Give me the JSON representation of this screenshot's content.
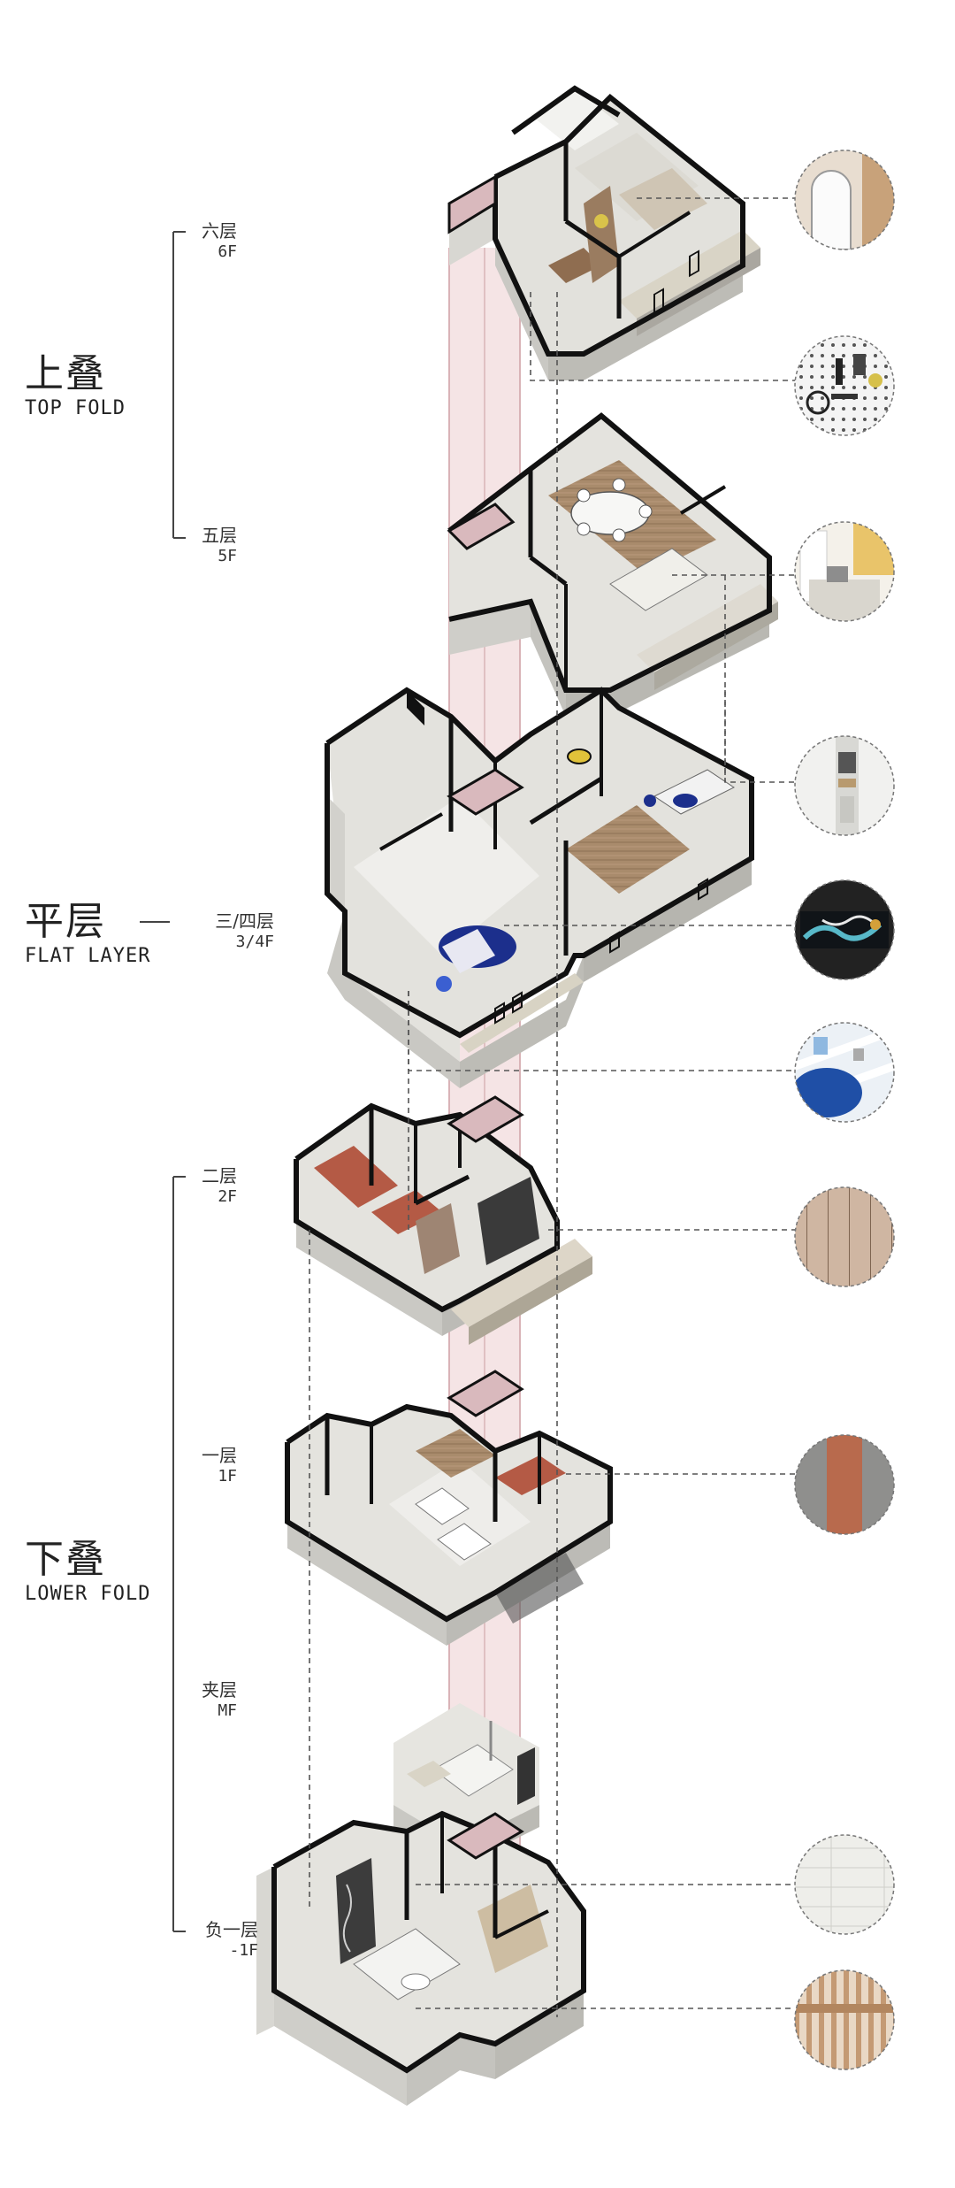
{
  "groups": {
    "top": {
      "cn": "上叠",
      "en": "TOP FOLD"
    },
    "flat": {
      "cn": "平层",
      "en": "FLAT LAYER"
    },
    "lower": {
      "cn": "下叠",
      "en": "LOWER FOLD"
    }
  },
  "floors": {
    "f6": {
      "cn": "六层",
      "en": "6F"
    },
    "f5": {
      "cn": "五层",
      "en": "5F"
    },
    "f34": {
      "cn": "三/四层",
      "en": "3/4F"
    },
    "f2": {
      "cn": "二层",
      "en": "2F"
    },
    "f1": {
      "cn": "一层",
      "en": "1F"
    },
    "mf": {
      "cn": "夹层",
      "en": "MF"
    },
    "b1": {
      "cn": "负一层",
      "en": "-1F"
    }
  },
  "colors": {
    "shaft": "#e7c9cc",
    "wall": "#111111",
    "floor_light": "#ecebe6",
    "wood": "#9c7f63",
    "accent_blue": "#1c2f8c",
    "brick": "#b45a45",
    "dashed": "#555555"
  },
  "material_icons": [
    "arch-mirror-icon",
    "pegboard-tools-icon",
    "bright-room-icon",
    "shelf-niche-icon",
    "abstract-painting-icon",
    "blue-shelves-icon",
    "wood-slat-icon",
    "terracotta-panel-icon",
    "stone-tile-icon",
    "wood-grille-icon"
  ]
}
